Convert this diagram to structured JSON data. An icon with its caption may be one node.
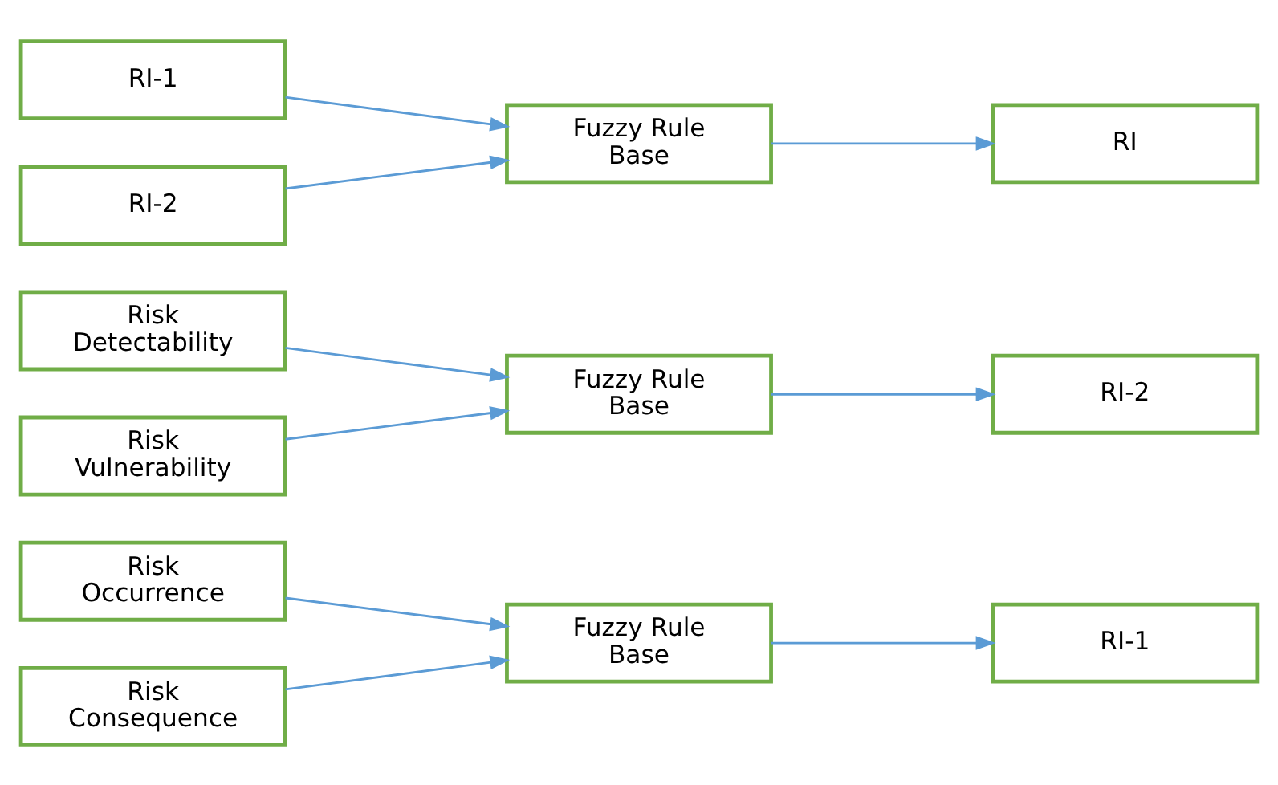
{
  "diagram": {
    "nodes": [
      {
        "text": [
          "Risk Occurrence"
        ]
      },
      {
        "text": [
          "Risk Consequence"
        ]
      },
      {
        "text": [
          "Fuzzy Rule Base"
        ]
      },
      {
        "text": [
          "RI-1"
        ]
      },
      {
        "text": [
          "Risk Detectability"
        ]
      },
      {
        "text": [
          "Risk Vulnerability"
        ]
      },
      {
        "text": [
          "Fuzzy Rule Base"
        ]
      },
      {
        "text": [
          "RI-2"
        ]
      },
      {
        "text": [
          "RI-1"
        ]
      },
      {
        "text": [
          "RI-2"
        ]
      },
      {
        "text": [
          "Fuzzy Rule Base"
        ]
      },
      {
        "text": [
          "RI"
        ]
      }
    ],
    "edges": [
      {
        "from": 0,
        "to": 2,
        "arrow": "to"
      },
      {
        "from": 1,
        "to": 2,
        "arrow": "to"
      },
      {
        "from": 2,
        "to": 3,
        "arrow": "to"
      },
      {
        "from": 4,
        "to": 6,
        "arrow": "to"
      },
      {
        "from": 5,
        "to": 6,
        "arrow": "to"
      },
      {
        "from": 6,
        "to": 7,
        "arrow": "to"
      },
      {
        "from": 8,
        "to": 10,
        "arrow": "to"
      },
      {
        "from": 9,
        "to": 10,
        "arrow": "to"
      },
      {
        "from": 10,
        "to": 11,
        "arrow": "to"
      }
    ]
  }
}
